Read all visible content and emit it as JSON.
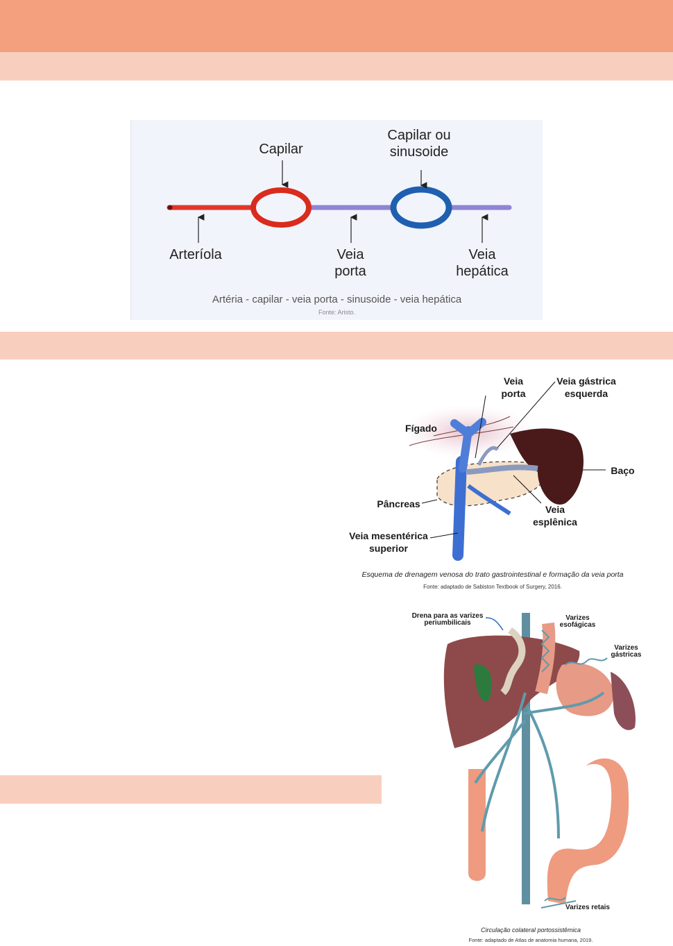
{
  "colors": {
    "header_band": "#f49f7d",
    "section_band": "#f8cfbe",
    "diagram_bg": "#f2f4fb",
    "arteriole_red": "#e0362a",
    "capillary_red": "#d92b1e",
    "vein_purple": "#8f84d6",
    "sinusoid_blue": "#1f5fb0"
  },
  "figure1": {
    "labels": {
      "capilar": "Capilar",
      "capilar_ou": "Capilar ou",
      "sinusoide": "sinusoide",
      "arteriola": "Arteríola",
      "veia1": "Veia",
      "porta": "porta",
      "veia2": "Veia",
      "hepatica": "hepática"
    },
    "caption": "Artéria - capilar - veia porta - sinusoide - veia hepática",
    "source": "Fonte: Aristo."
  },
  "figure2": {
    "labels": {
      "veia_porta_1": "Veia",
      "veia_porta_2": "porta",
      "gastrica_1": "Veia gástrica",
      "gastrica_2": "esquerda",
      "figado": "Fígado",
      "baco": "Baço",
      "pancreas": "Pâncreas",
      "esplenica_1": "Veia",
      "esplenica_2": "esplênica",
      "mesenterica_1": "Veia mesentérica",
      "mesenterica_2": "superior"
    },
    "caption": "Esquema de drenagem venosa do trato gastrointestinal e formação da veia porta",
    "source": "Fonte: adaptado de Sabiston Textbook of Surgery, 2016."
  },
  "figure3": {
    "labels": {
      "drena_1": "Drena para as varizes",
      "drena_2": "periumbilicais",
      "esof_1": "Varizes",
      "esof_2": "esofágicas",
      "gast_1": "Varizes",
      "gast_2": "gástricas",
      "retais": "Varizes retais"
    },
    "caption": "Circulação colateral portossistêmica",
    "source": "Fonte: adaptado de Atlas de anatomia humana, 2019."
  }
}
